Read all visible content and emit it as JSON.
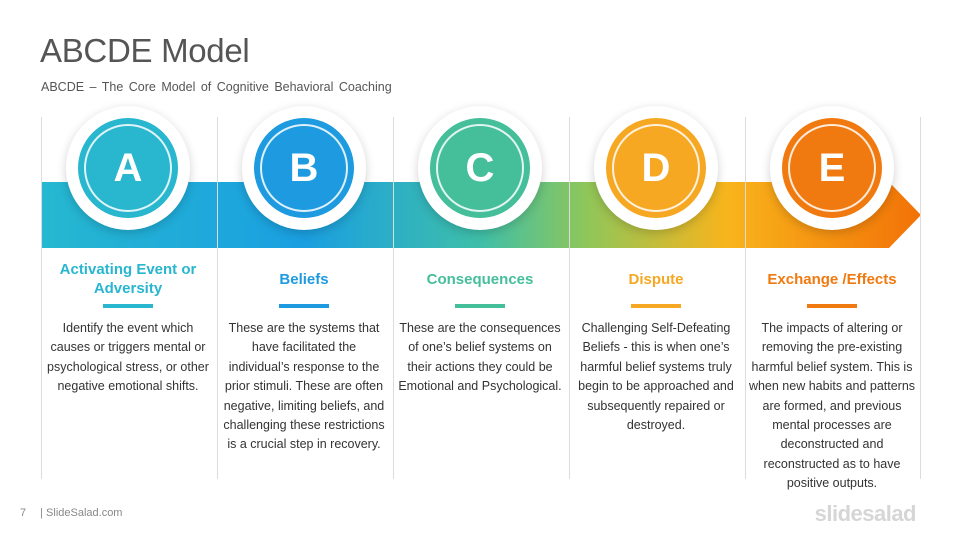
{
  "header": {
    "title": "ABCDE Model",
    "subtitle": "ABCDE – The Core Model of Cognitive Behavioral Coaching"
  },
  "steps": [
    {
      "letter": "A",
      "heading": "Activating Event or Adversity",
      "color": "#29b6cf",
      "description": "Identify the event which causes or triggers mental or psychological stress, or other negative emotional shifts."
    },
    {
      "letter": "B",
      "heading": "Beliefs",
      "color": "#1e9be0",
      "description": "These are the systems that have facilitated the individual’s response to the prior stimuli. These are often negative, limiting beliefs, and challenging these restrictions is a crucial step in recovery."
    },
    {
      "letter": "C",
      "heading": "Consequences",
      "color": "#45be9a",
      "description": "These are the consequences of one’s belief systems on their actions they could be Emotional and Psychological."
    },
    {
      "letter": "D",
      "heading": "Dispute",
      "color": "#f6a823",
      "description": "Challenging Self-Defeating Beliefs - this is when one’s harmful belief systems truly begin to be approached and subsequently repaired or destroyed."
    },
    {
      "letter": "E",
      "heading": "Exchange /Effects",
      "color": "#f07a10",
      "description": "The impacts of altering or removing the pre-existing harmful belief system. This is when new habits and patterns are formed, and previous mental processes are deconstructed and reconstructed as to have positive outputs."
    }
  ],
  "footer": {
    "page_number": "7",
    "source": "| SlideSalad.com",
    "brand": "slidesalad"
  }
}
